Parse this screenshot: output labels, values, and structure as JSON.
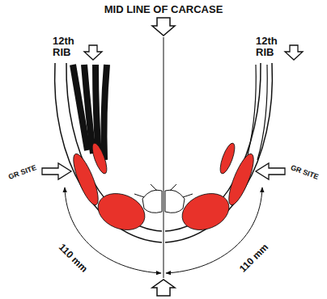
{
  "diagram": {
    "labels": [
      "MID LINE OF CARCASE",
      "12th RIB",
      "12th RIB",
      "GR SITE",
      "GR SITE",
      "110 mm",
      "110 mm"
    ]
  }
}
